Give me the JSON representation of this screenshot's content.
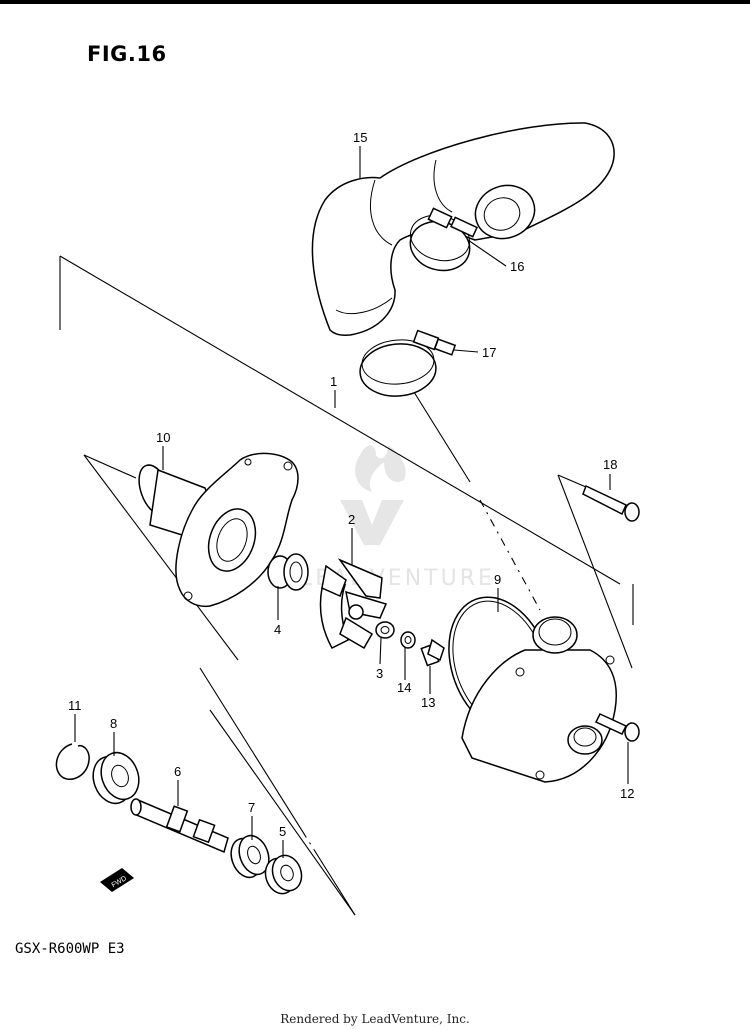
{
  "figure": {
    "title": "FIG.16",
    "model": "GSX-R600WP E3",
    "credit": "Rendered by LeadVenture, Inc.",
    "watermark": "LEADVENTURE",
    "fwd_tag": "FWD"
  },
  "callouts": {
    "c1": "1",
    "c2": "2",
    "c3": "3",
    "c4": "4",
    "c5": "5",
    "c6": "6",
    "c7": "7",
    "c8": "8",
    "c9": "9",
    "c10": "10",
    "c11": "11",
    "c12": "12",
    "c13": "13",
    "c14": "14",
    "c15": "15",
    "c16": "16",
    "c17": "17",
    "c18": "18"
  }
}
